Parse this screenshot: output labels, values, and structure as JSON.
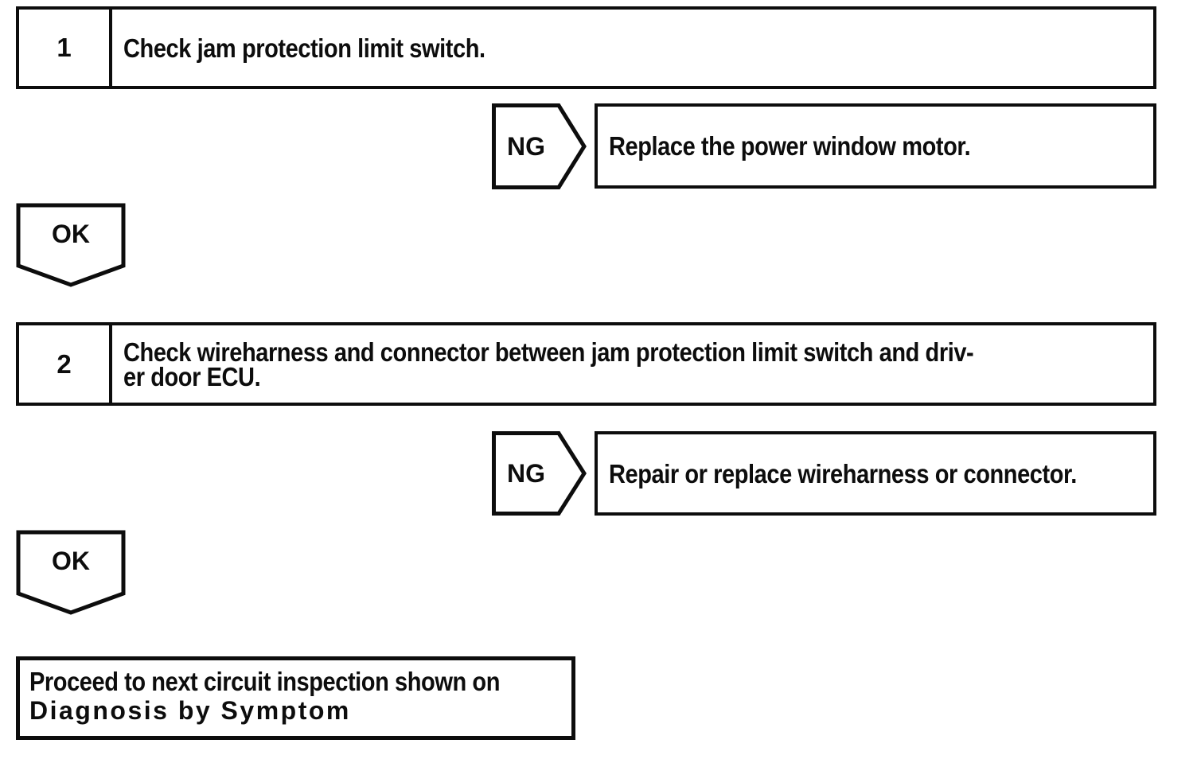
{
  "flowchart": {
    "colors": {
      "ink": "#0d0d0d",
      "background": "#ffffff"
    },
    "steps": [
      {
        "number": "1",
        "lines": [
          "Check jam protection limit switch."
        ],
        "ng": {
          "label": "NG",
          "action": "Replace the power window motor."
        },
        "ok": {
          "label": "OK"
        }
      },
      {
        "number": "2",
        "lines": [
          "Check wireharness and connector between jam protection limit switch and driv-",
          "er door ECU."
        ],
        "ng": {
          "label": "NG",
          "action": "Repair or replace wireharness or connector."
        },
        "ok": {
          "label": "OK"
        }
      }
    ],
    "result": {
      "lines": [
        "Proceed to next circuit inspection shown on",
        "Diagnosis by Symptom"
      ]
    }
  }
}
